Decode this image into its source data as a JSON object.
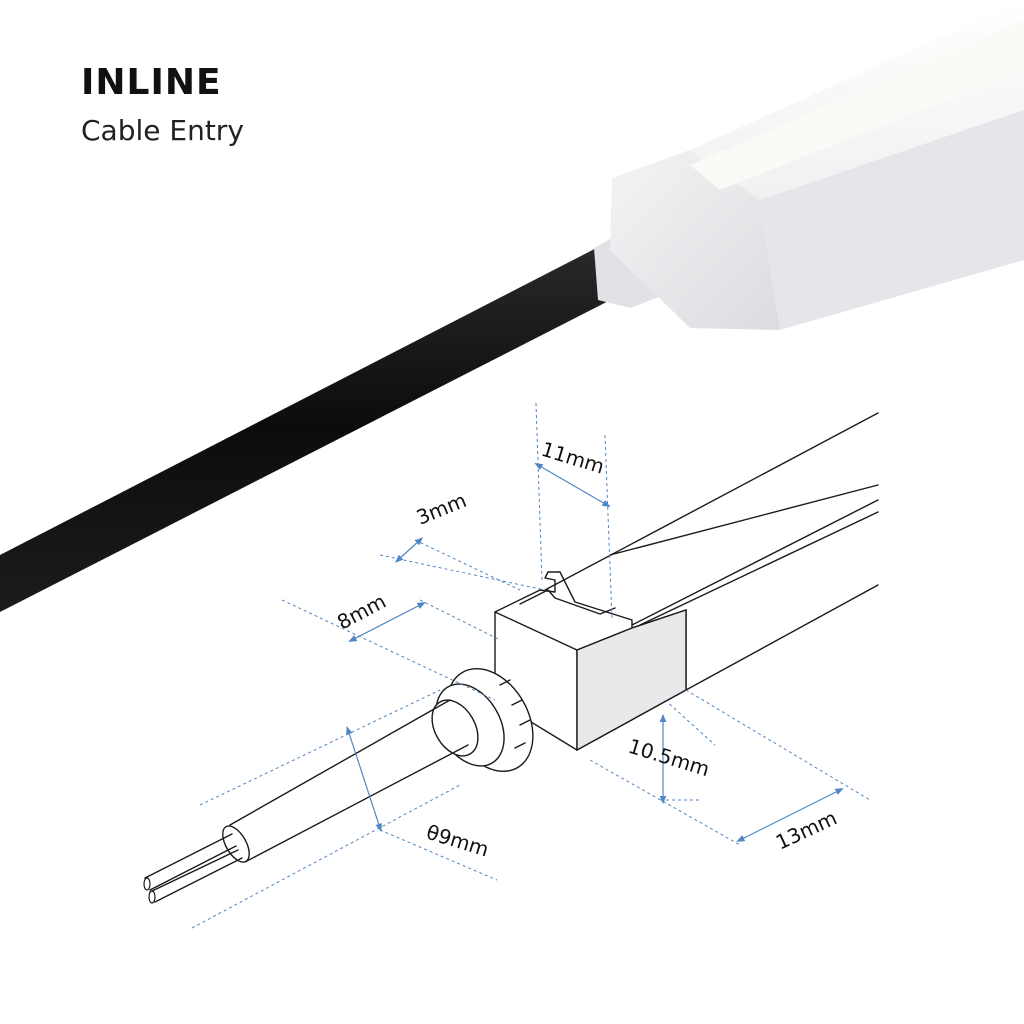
{
  "header": {
    "title": "INLINE",
    "subtitle": "Cable Entry"
  },
  "dimensions": {
    "width_11": "11mm",
    "gap_3": "3mm",
    "length_8": "8mm",
    "height_10_5": "10.5mm",
    "depth_13": "13mm",
    "cable_dia": "θ9mm"
  },
  "colors": {
    "dimension_line": "#4f86c6",
    "cable": "#111111",
    "housing": "#ececef"
  }
}
